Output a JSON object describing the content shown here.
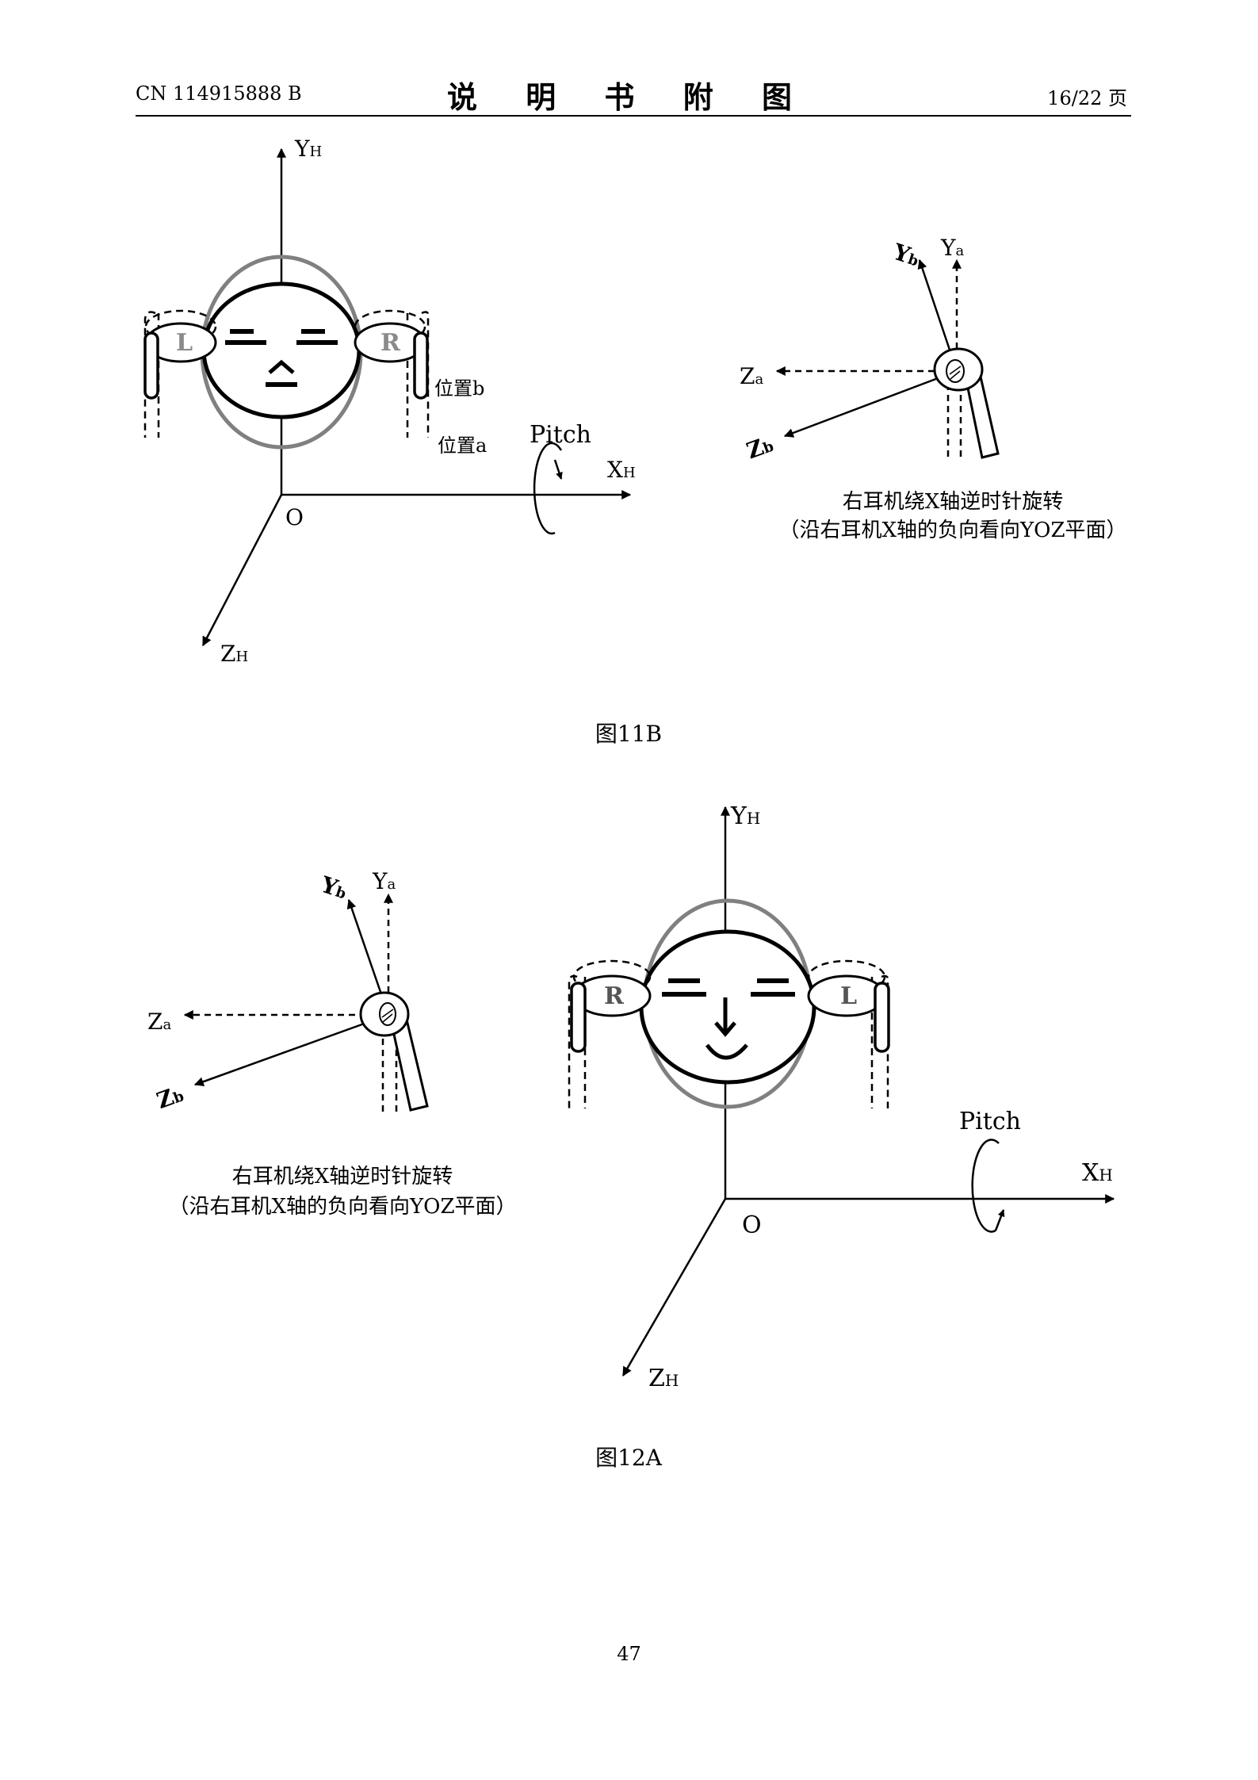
{
  "header": {
    "doc_number": "CN 114915888 B",
    "title": "说 明 书 附 图",
    "page_of": "16/22 页"
  },
  "fig11b": {
    "caption": "图11B",
    "axis_y": "Y",
    "axis_y_sub": "H",
    "axis_x": "X",
    "axis_x_sub": "H",
    "axis_z": "Z",
    "axis_z_sub": "H",
    "origin": "O",
    "pitch_label": "Pitch",
    "ear_left": "L",
    "ear_right": "R",
    "pos_b": "位置b",
    "pos_a": "位置a",
    "ya": "Y",
    "ya_sub": "a",
    "yb": "Y",
    "yb_sub": "b",
    "za": "Z",
    "za_sub": "a",
    "zb": "Z",
    "zb_sub": "b",
    "desc_line1": "右耳机绕X轴逆时针旋转",
    "desc_line2": "（沿右耳机X轴的负向看向YOZ平面）"
  },
  "fig12a": {
    "caption": "图12A",
    "axis_y": "Y",
    "axis_y_sub": "H",
    "axis_x": "X",
    "axis_x_sub": "H",
    "axis_z": "Z",
    "axis_z_sub": "H",
    "origin": "O",
    "pitch_label": "Pitch",
    "ear_left": "L",
    "ear_right": "R",
    "ya": "Y",
    "ya_sub": "a",
    "yb": "Y",
    "yb_sub": "b",
    "za": "Z",
    "za_sub": "a",
    "zb": "Z",
    "zb_sub": "b",
    "desc_line1": "右耳机绕X轴逆时针旋转",
    "desc_line2": "（沿右耳机X轴的负向看向YOZ平面）"
  },
  "footer": {
    "page_number": "47"
  }
}
